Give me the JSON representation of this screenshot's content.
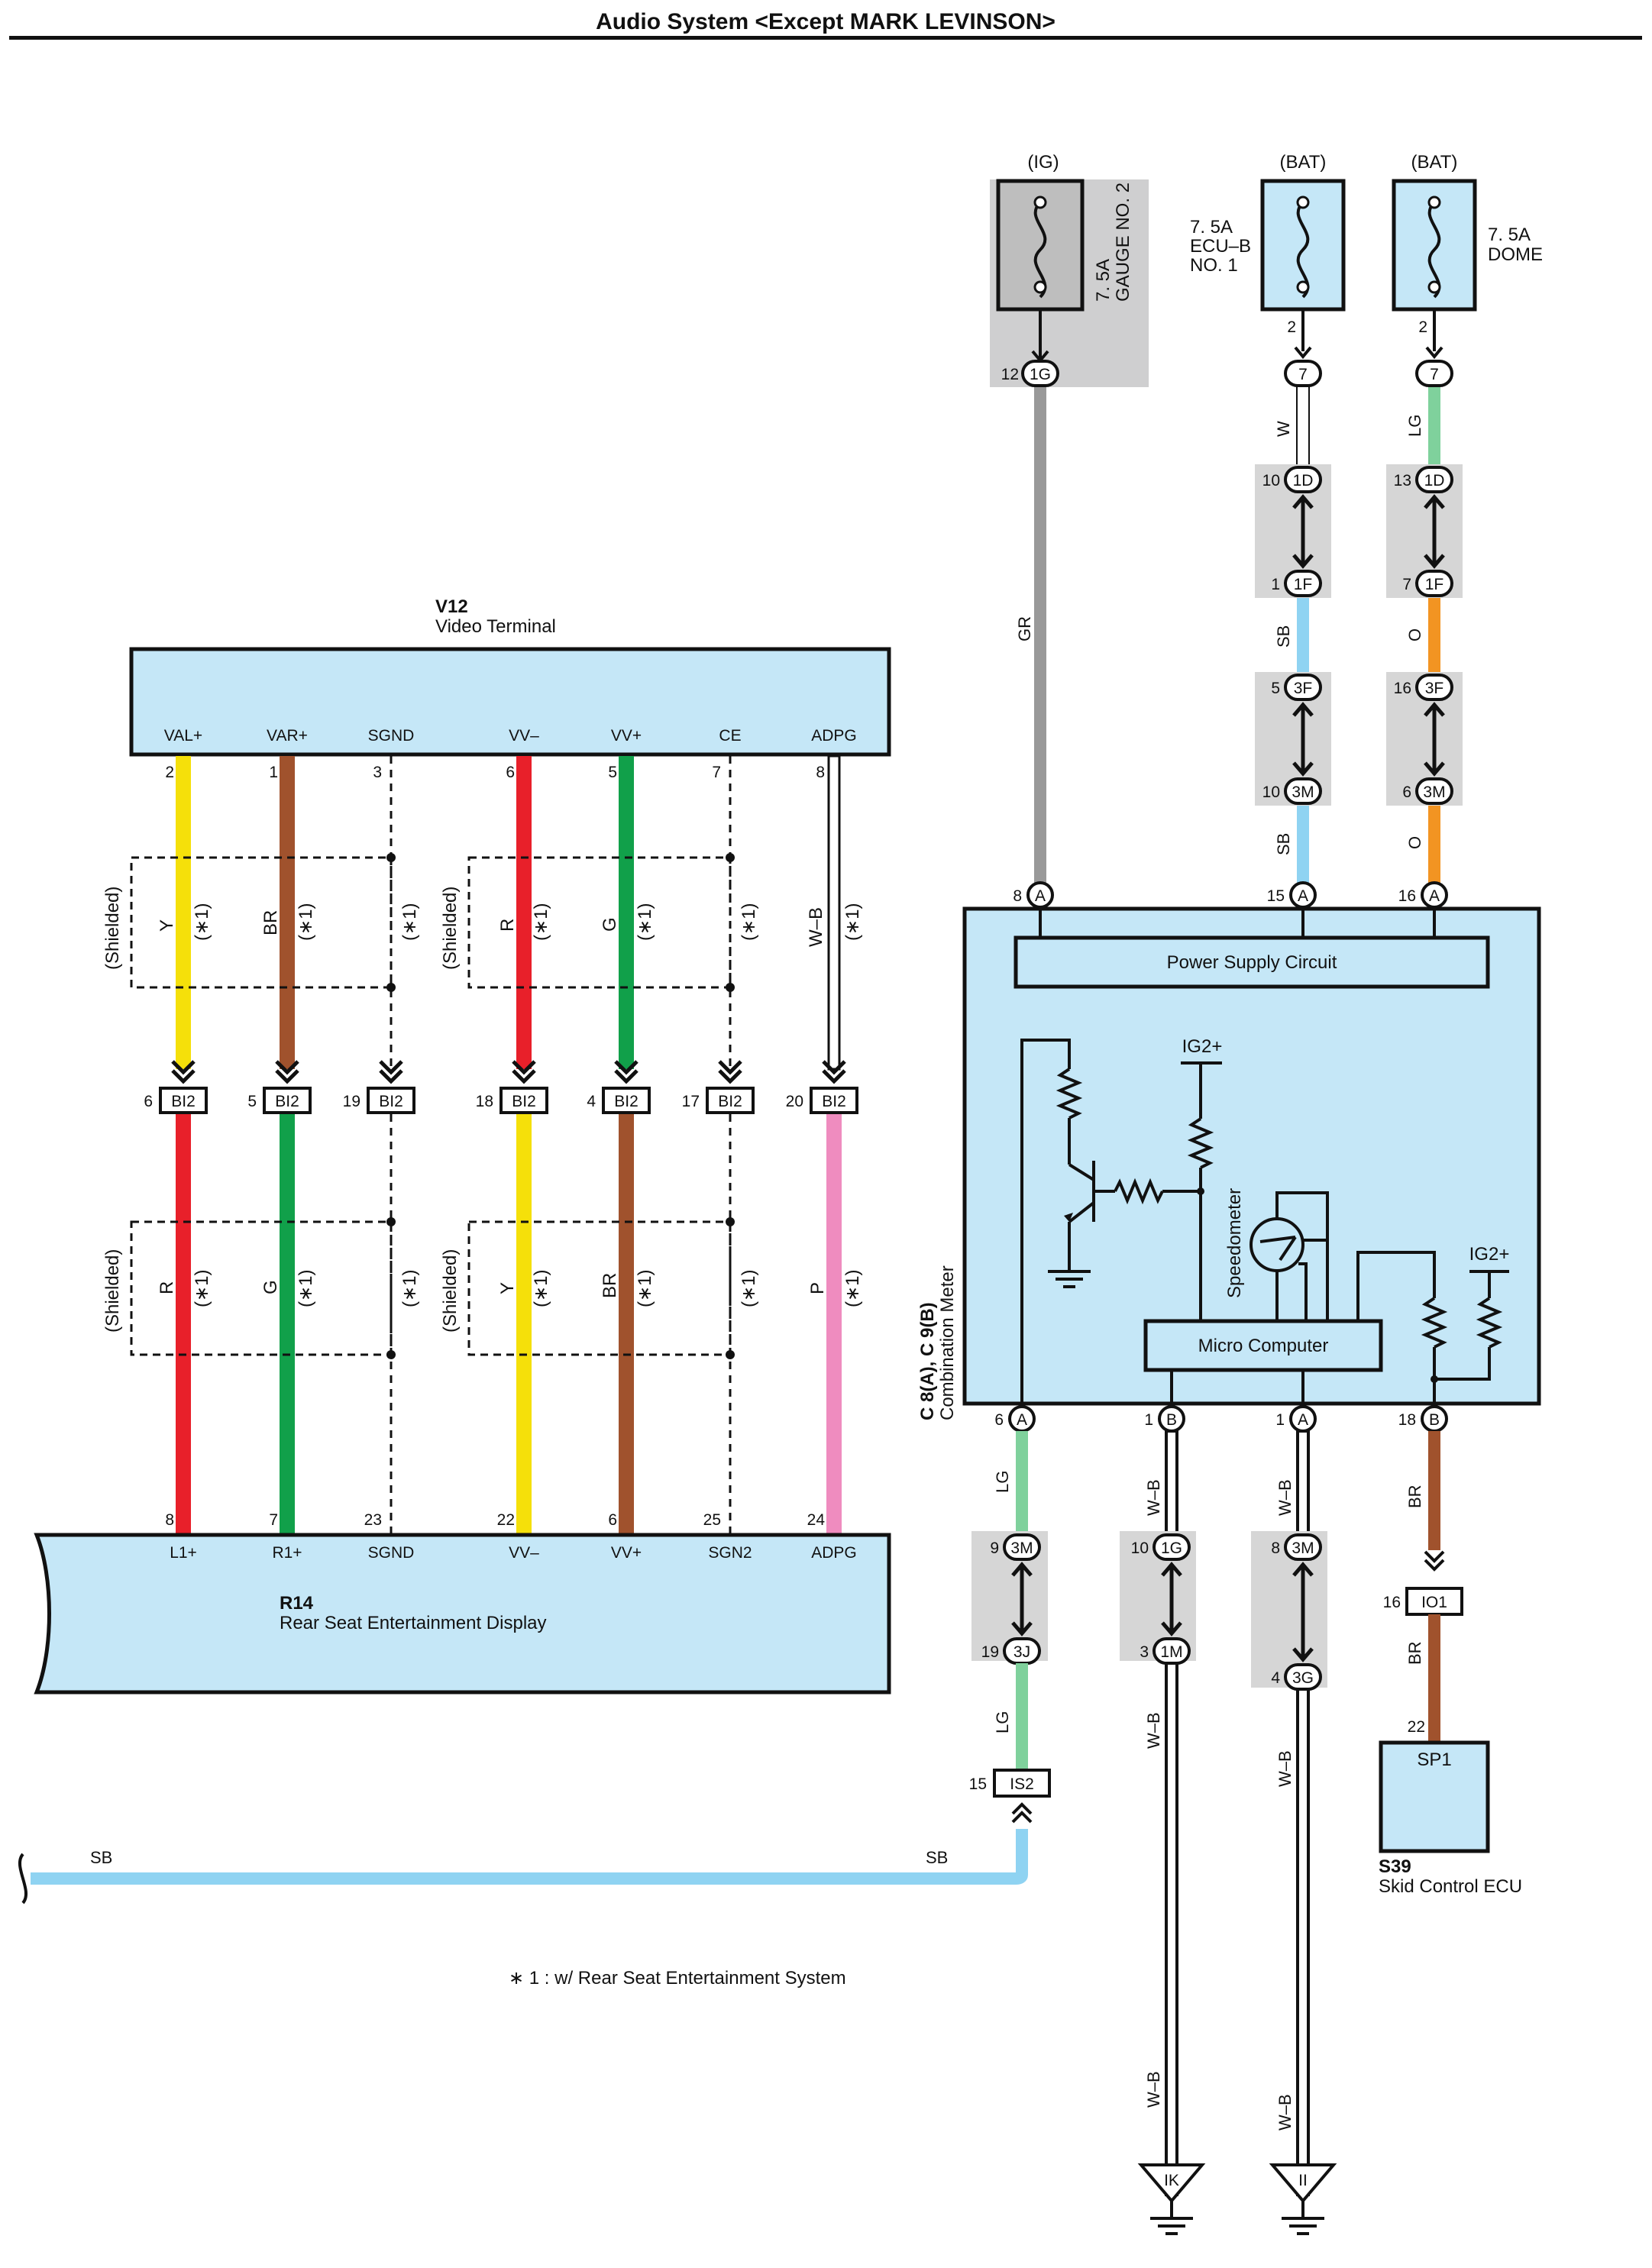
{
  "title": "Audio System <Except MARK LEVINSON>",
  "footnote": "∗ 1 : w/ Rear Seat Entertainment System",
  "fuses": [
    {
      "source": "(IG)",
      "rating": "7. 5A",
      "name": "GAUGE NO. 2",
      "pin": "12",
      "connector": "1G"
    },
    {
      "source": "(BAT)",
      "rating": "7. 5A",
      "name_lines": [
        "ECU–B",
        "NO. 1"
      ],
      "pin": "2",
      "connector": "7"
    },
    {
      "source": "(BAT)",
      "rating": "7. 5A",
      "name": "DOME",
      "pin": "2",
      "connector": "7"
    }
  ],
  "components": {
    "v12": {
      "code": "V12",
      "name": "Video Terminal",
      "pins": [
        "VAL+",
        "VAR+",
        "SGND",
        "VV–",
        "VV+",
        "CE",
        "ADPG"
      ],
      "pin_nums": [
        "2",
        "1",
        "3",
        "6",
        "5",
        "7",
        "8"
      ]
    },
    "r14": {
      "code": "R14",
      "name": "Rear Seat Entertainment Display",
      "pins": [
        "L1+",
        "R1+",
        "SGND",
        "VV–",
        "VV+",
        "SGN2",
        "ADPG"
      ],
      "pin_nums": [
        "8",
        "7",
        "23",
        "22",
        "6",
        "25",
        "24"
      ]
    },
    "meter": {
      "code": "C 8(A), C 9(B)",
      "name": "Combination Meter",
      "power_circuit": "Power Supply Circuit",
      "micro": "Micro Computer",
      "speedometer": "Speedometer",
      "ig2_a": "IG2+",
      "ig2_b": "IG2+"
    },
    "s39": {
      "code": "S39",
      "name": "Skid Control ECU",
      "pin_name": "SP1",
      "pin": "22"
    }
  },
  "bi2_connectors": [
    {
      "pin": "6",
      "code": "BI2"
    },
    {
      "pin": "5",
      "code": "BI2"
    },
    {
      "pin": "19",
      "code": "BI2"
    },
    {
      "pin": "18",
      "code": "BI2"
    },
    {
      "pin": "4",
      "code": "BI2"
    },
    {
      "pin": "17",
      "code": "BI2"
    },
    {
      "pin": "20",
      "code": "BI2"
    }
  ],
  "upper_wires": [
    "Y",
    "BR",
    "R",
    "G",
    "W–B"
  ],
  "lower_wires": [
    "R",
    "G",
    "Y",
    "BR",
    "P"
  ],
  "shielded": "(Shielded)",
  "star1": "(∗1)",
  "wire_colors": {
    "Y": "#f5e00a",
    "BR": "#a0522d",
    "R": "#e8202a",
    "G": "#11a04a",
    "P": "#ef8cbf",
    "LG": "#7fd19c",
    "SB": "#8fd3f2",
    "O": "#f29422",
    "GR": "#999999",
    "W": "#ffffff",
    "WB": "#222222"
  },
  "meter_pins": {
    "top": [
      {
        "pin": "8",
        "conn": "A"
      },
      {
        "pin": "15",
        "conn": "A"
      },
      {
        "pin": "16",
        "conn": "A"
      }
    ],
    "bottom": [
      {
        "pin": "6",
        "conn": "A"
      },
      {
        "pin": "1",
        "conn": "B"
      },
      {
        "pin": "1",
        "conn": "A"
      },
      {
        "pin": "18",
        "conn": "B"
      }
    ]
  },
  "junctions": {
    "w_col": [
      {
        "pin": "10",
        "conn": "1D"
      },
      {
        "pin": "1",
        "conn": "1F"
      },
      {
        "pin": "5",
        "conn": "3F"
      },
      {
        "pin": "10",
        "conn": "3M"
      }
    ],
    "lg_col": [
      {
        "pin": "13",
        "conn": "1D"
      },
      {
        "pin": "7",
        "conn": "1F"
      },
      {
        "pin": "16",
        "conn": "3F"
      },
      {
        "pin": "6",
        "conn": "3M"
      }
    ],
    "lgb_col": [
      {
        "pin": "9",
        "conn": "3M"
      },
      {
        "pin": "19",
        "conn": "3J"
      }
    ],
    "wb1_col": [
      {
        "pin": "10",
        "conn": "1G"
      },
      {
        "pin": "3",
        "conn": "1M"
      }
    ],
    "wb2_col": [
      {
        "pin": "8",
        "conn": "3M"
      },
      {
        "pin": "4",
        "conn": "3G"
      }
    ],
    "is2": {
      "pin": "15",
      "code": "IS2"
    },
    "io1": {
      "pin": "16",
      "code": "IO1"
    }
  },
  "wire_labels": {
    "gr": "GR",
    "w": "W",
    "sb": "SB",
    "lg": "LG",
    "o": "O",
    "lg_low": "LG",
    "wb": "W–B",
    "br": "BR",
    "sb_h": "SB"
  },
  "grounds": [
    "IK",
    "II"
  ]
}
